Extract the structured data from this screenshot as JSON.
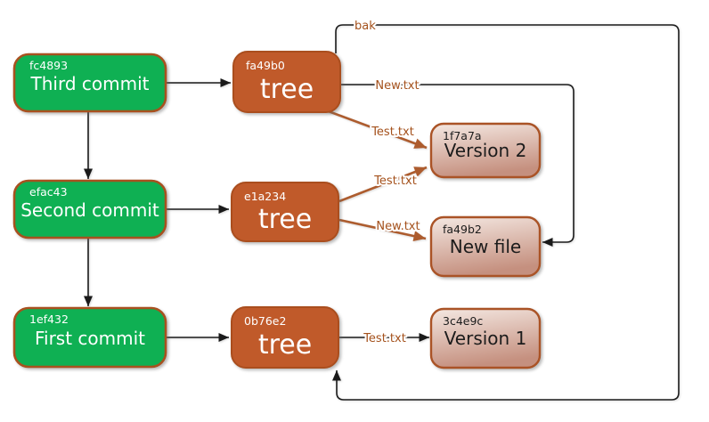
{
  "diagram_type": "git-object-graph",
  "nodes": {
    "commit_third": {
      "hash": "fc4893",
      "label": "Third commit"
    },
    "commit_second": {
      "hash": "efac43",
      "label": "Second commit"
    },
    "commit_first": {
      "hash": "1ef432",
      "label": "First commit"
    },
    "tree_fa49b0": {
      "hash": "fa49b0",
      "label": "tree"
    },
    "tree_e1a234": {
      "hash": "e1a234",
      "label": "tree"
    },
    "tree_0b76e2": {
      "hash": "0b76e2",
      "label": "tree"
    },
    "blob_1f7a7a": {
      "hash": "1f7a7a",
      "label": "Version 2"
    },
    "blob_fa49b2": {
      "hash": "fa49b2",
      "label": "New file"
    },
    "blob_3c4e9c": {
      "hash": "3c4e9c",
      "label": "Version 1"
    }
  },
  "edges": [
    {
      "from": "commit_third",
      "to": "tree_fa49b0",
      "label": ""
    },
    {
      "from": "commit_third",
      "to": "commit_second",
      "label": ""
    },
    {
      "from": "commit_second",
      "to": "tree_e1a234",
      "label": ""
    },
    {
      "from": "commit_second",
      "to": "commit_first",
      "label": ""
    },
    {
      "from": "commit_first",
      "to": "tree_0b76e2",
      "label": ""
    },
    {
      "from": "tree_fa49b0",
      "to": "tree_0b76e2",
      "label": "bak"
    },
    {
      "from": "tree_fa49b0",
      "to": "blob_fa49b2",
      "label": "New.txt"
    },
    {
      "from": "tree_fa49b0",
      "to": "blob_1f7a7a",
      "label": "Test.txt"
    },
    {
      "from": "tree_e1a234",
      "to": "blob_1f7a7a",
      "label": "Test.txt"
    },
    {
      "from": "tree_e1a234",
      "to": "blob_fa49b2",
      "label": "New.txt"
    },
    {
      "from": "tree_0b76e2",
      "to": "blob_3c4e9c",
      "label": "Test.txt"
    }
  ],
  "colors": {
    "background": "#ffffff",
    "commit_fill": "#0fb053",
    "commit_border": "#a8511f",
    "tree_fill": "#c05a2a",
    "tree_border": "#aa4e1e",
    "blob_fill_top": "#f4e8e2",
    "blob_fill_bottom": "#c5907f",
    "blob_border": "#aa5326",
    "edge_black": "#1a1a1a",
    "edge_brown": "#ad5c2e",
    "edge_label_text": "#a4511c",
    "node_text_light": "#ffffff",
    "node_text_dark": "#1c1c1c"
  }
}
